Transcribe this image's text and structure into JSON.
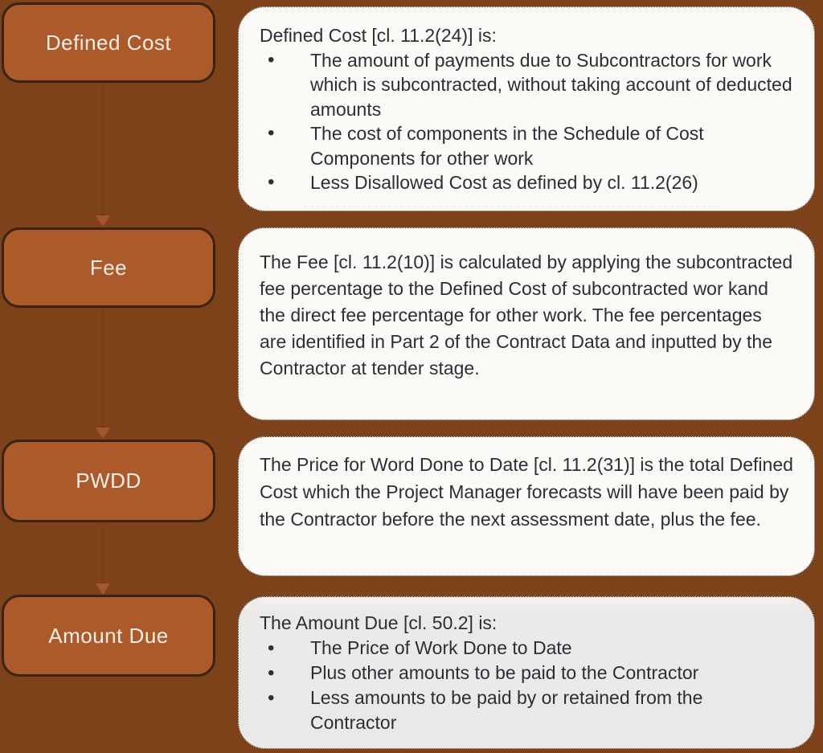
{
  "colors": {
    "background": "#7E421B",
    "node_fill": "#AC5A29",
    "node_border": "#3A2310",
    "node_text": "#F6EFE8",
    "panel_fill": "#FCFAF7",
    "panel_fill_last": "#EAE9E8",
    "panel_text": "#2D2D38",
    "arrow": "#A5562A"
  },
  "diagram": {
    "rows": [
      {
        "node": "Defined Cost",
        "panel": {
          "intro": "Defined Cost [cl. 11.2(24)] is:",
          "bullets": [
            "The amount of payments due to Subcontractors for work which is subcontracted, without taking account of deducted amounts",
            "The cost of components in the Schedule of Cost Components for other work",
            "Less Disallowed Cost as defined by cl. 11.2(26)"
          ]
        }
      },
      {
        "node": "Fee",
        "panel": {
          "paragraph": "The Fee [cl. 11.2(10)] is calculated by applying the subcontracted fee percentage to the Defined Cost of subcontracted wor kand the direct fee percentage for other work. The fee percentages are identified in Part 2 of the Contract Data and inputted by the Contractor at tender stage."
        }
      },
      {
        "node": "PWDD",
        "panel": {
          "paragraph": "The Price for Word Done to Date [cl. 11.2(31)] is the total Defined Cost which the Project Manager forecasts will have been paid by the Contractor before the next assessment date, plus the fee."
        }
      },
      {
        "node": "Amount Due",
        "panel": {
          "intro": "The Amount Due [cl. 50.2] is:",
          "bullets": [
            "The Price of Work Done to Date",
            "Plus other amounts to be paid to the Contractor",
            "Less amounts to be paid by or retained from the Contractor"
          ]
        }
      }
    ]
  }
}
